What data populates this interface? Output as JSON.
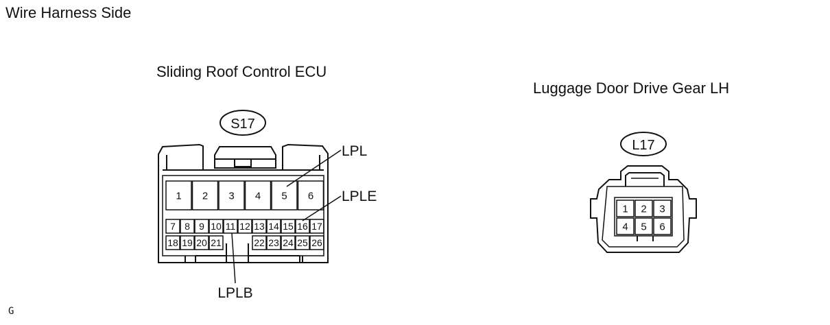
{
  "title": "Wire Harness Side",
  "corner_mark": "G",
  "connectors": [
    {
      "name": "Sliding Roof Control ECU",
      "id": "S17",
      "top_row": [
        "1",
        "2",
        "3",
        "4",
        "5",
        "6"
      ],
      "mid_row": [
        "7",
        "8",
        "9",
        "10",
        "11",
        "12",
        "13",
        "14",
        "15",
        "16",
        "17"
      ],
      "bottom_row_left": [
        "18",
        "19",
        "20",
        "21"
      ],
      "bottom_row_right": [
        "22",
        "23",
        "24",
        "25",
        "26"
      ],
      "callouts": [
        {
          "label": "LPL",
          "terminal": "5"
        },
        {
          "label": "LPLE",
          "terminal": "16"
        },
        {
          "label": "LPLB",
          "terminal": "11"
        }
      ]
    },
    {
      "name": "Luggage Door Drive Gear LH",
      "id": "L17",
      "top_row": [
        "1",
        "2",
        "3"
      ],
      "bottom_row": [
        "4",
        "5",
        "6"
      ]
    }
  ]
}
